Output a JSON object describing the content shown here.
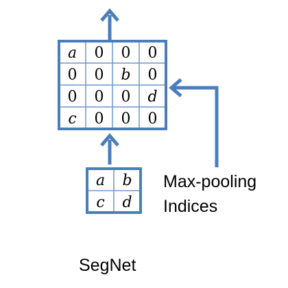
{
  "colors": {
    "accent": "#4a7ebb",
    "grid_inner": "#6f96c8",
    "text": "#000000",
    "background": "#ffffff"
  },
  "unpooled_grid": {
    "rows": [
      [
        "a",
        "0",
        "0",
        "0"
      ],
      [
        "0",
        "0",
        "b",
        "0"
      ],
      [
        "0",
        "0",
        "0",
        "d"
      ],
      [
        "c",
        "0",
        "0",
        "0"
      ]
    ]
  },
  "pooled_grid": {
    "rows": [
      [
        "a",
        "b"
      ],
      [
        "c",
        "d"
      ]
    ]
  },
  "labels": {
    "indices_line1": "Max-pooling",
    "indices_line2": "Indices",
    "caption": "SegNet"
  },
  "icons": {
    "output_arrow": "arrow-up-icon",
    "input_arrow": "arrow-up-icon",
    "indices_arrow": "arrow-left-icon"
  }
}
